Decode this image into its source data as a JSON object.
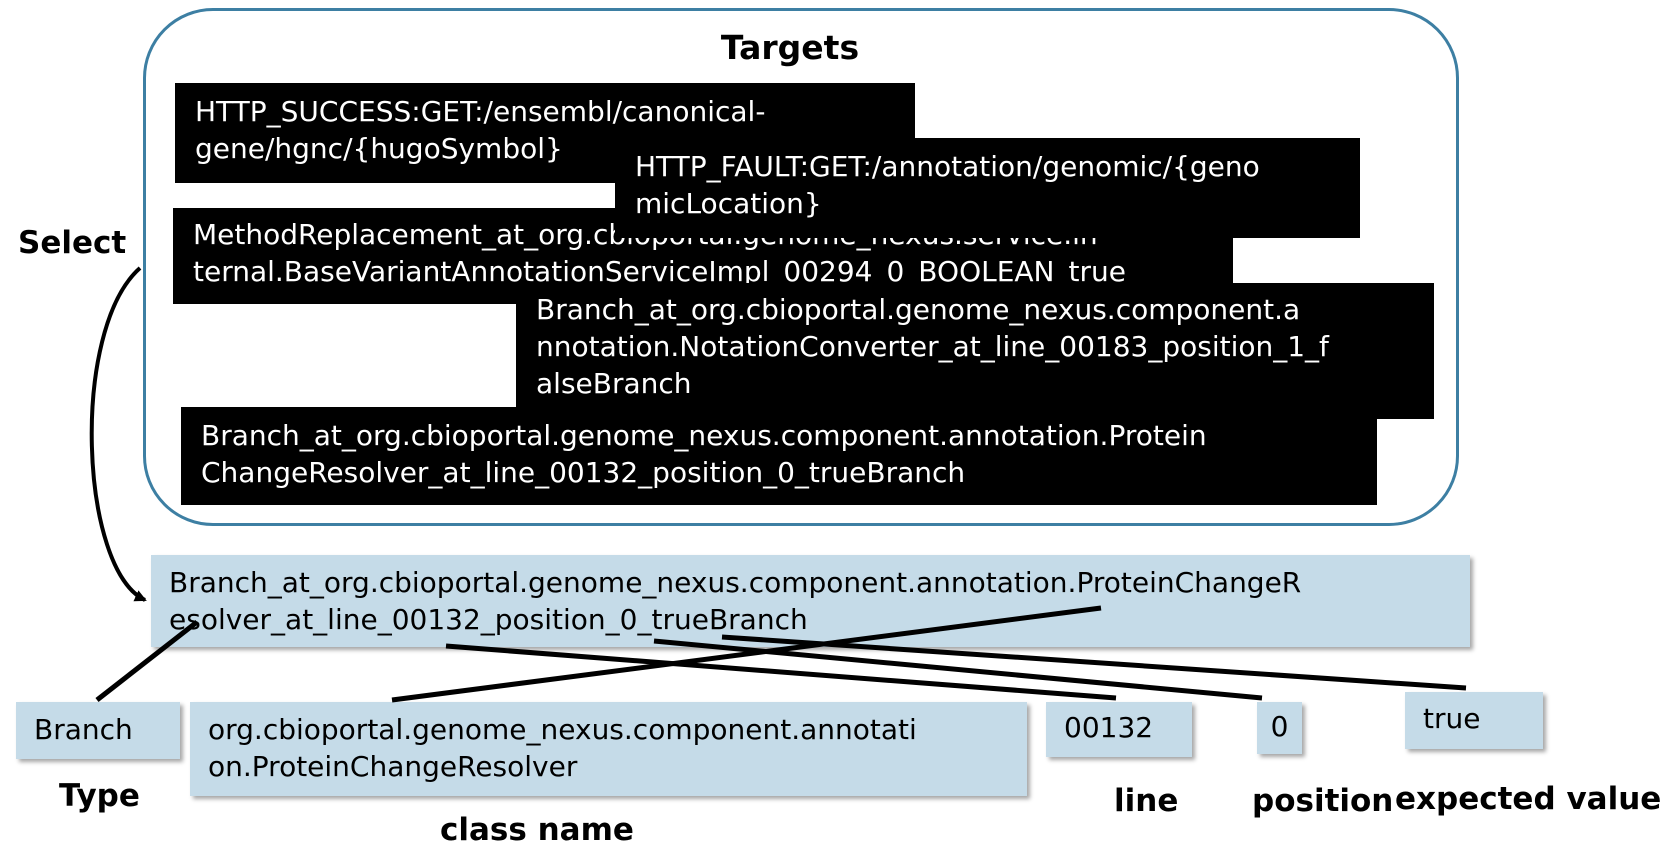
{
  "targets": {
    "title": "Targets",
    "items": [
      "HTTP_SUCCESS:GET:/ensembl/canonical-\ngene/hgnc/{hugoSymbol}",
      "HTTP_FAULT:GET:/annotation/genomic/{geno\nmicLocation}",
      "MethodReplacement_at_org.cbioportal.genome_nexus.service.in\nternal.BaseVariantAnnotationServiceImpl_00294_0_BOOLEAN_true",
      "Branch_at_org.cbioportal.genome_nexus.component.a\nnnotation.NotationConverter_at_line_00183_position_1_f\nalseBranch",
      "Branch_at_org.cbioportal.genome_nexus.component.annotation.Protein\nChangeResolver_at_line_00132_position_0_trueBranch"
    ]
  },
  "select_label": "Select",
  "selected_target": "Branch_at_org.cbioportal.genome_nexus.component.annotation.ProteinChangeR\nesolver_at_line_00132_position_0_trueBranch",
  "parts": {
    "type": {
      "value": "Branch",
      "label": "Type"
    },
    "class_name": {
      "value": "org.cbioportal.genome_nexus.component.annotati\non.ProteinChangeResolver",
      "label": "class name"
    },
    "line": {
      "value": "00132",
      "label": "line"
    },
    "position": {
      "value": "0",
      "label": "position"
    },
    "expected_value": {
      "value": "true",
      "label": "expected value"
    }
  },
  "colors": {
    "frame": "#3d7fa3",
    "part_fill": "#c5dbe8",
    "target_fill": "#000000"
  }
}
